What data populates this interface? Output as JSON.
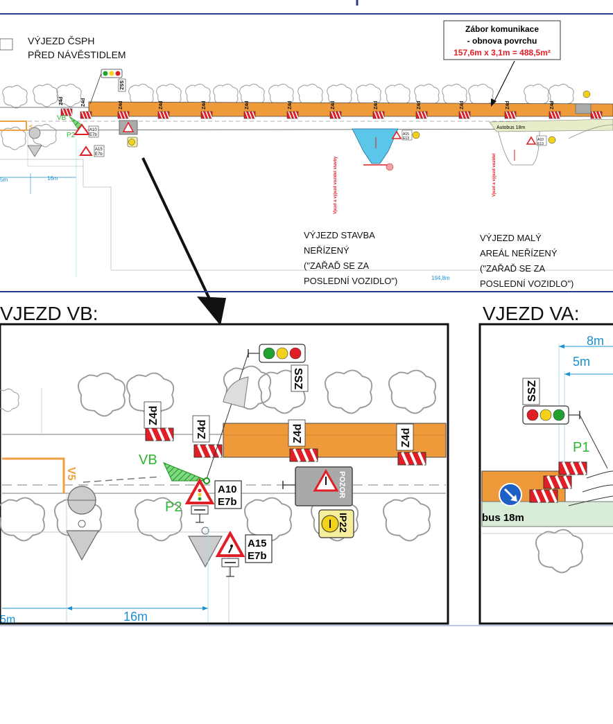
{
  "top_plan": {
    "exit_csph_line1": "VÝJEZD ČSPH",
    "exit_csph_line2": "PŘED NÁVĚSTIDLEM",
    "zabor_title": "Zábor komunikace",
    "zabor_subtitle": "- obnova povrchu",
    "zabor_area": "157,6m x 3,1m = 488,5m²",
    "exit_stavba": [
      "VÝJEZD STAVBA",
      "NEŘÍZENÝ",
      "(\"ZAŘAĎ SE ZA",
      "POSLEDNÍ VOZIDLO\")"
    ],
    "exit_maly": [
      "VÝJEZD MALÝ",
      "AREÁL NEŘÍZENÝ",
      "(\"ZAŘAĎ SE ZA",
      "POSLEDNÍ VOZIDLO\")"
    ],
    "bus_label": "Autobus 18m",
    "dist_194": "194,8m",
    "dist_16": "16m",
    "dist_5": "5m",
    "vjezd_stavby": "Vjezd a výjezd vozidel stavby",
    "vjezd_vozidel": "Vjezd a výjezd vozidel",
    "ssz": "SSZ",
    "z4d": "Z4d",
    "vb": "VB",
    "p2": "P2",
    "v5": "V5",
    "a10": "A10",
    "e7b": "E7b",
    "a15": "A15",
    "e13": "E13",
    "ip22": "IP22"
  },
  "detail_vb": {
    "heading": "VJEZD VB:",
    "ssz": "SSZ",
    "z4d": "Z4d",
    "vb": "VB",
    "p2": "P2",
    "v5": "V5",
    "a10": "A10",
    "e7b": "E7b",
    "a15": "A15",
    "e7b_2": "E7b",
    "ip22": "IP22",
    "pozor": "POZOR",
    "dist_16": "16m",
    "dist_5": "5m"
  },
  "detail_va": {
    "heading": "VJEZD VA:",
    "ssz": "SSZ",
    "p1": "P1",
    "dist_8": "8m",
    "dist_5": "5m",
    "bus": "bus 18m"
  },
  "colors": {
    "road_orange": "#f0a040",
    "construction_orange": "#ef9a3a",
    "blue_frame": "#2a3a8f",
    "sign_red": "#e01e26",
    "dim_blue": "#1a8fd0",
    "vb_green": "#2fb52f",
    "water_blue": "#5cc6e8",
    "bus_green": "#d8ecd8"
  }
}
